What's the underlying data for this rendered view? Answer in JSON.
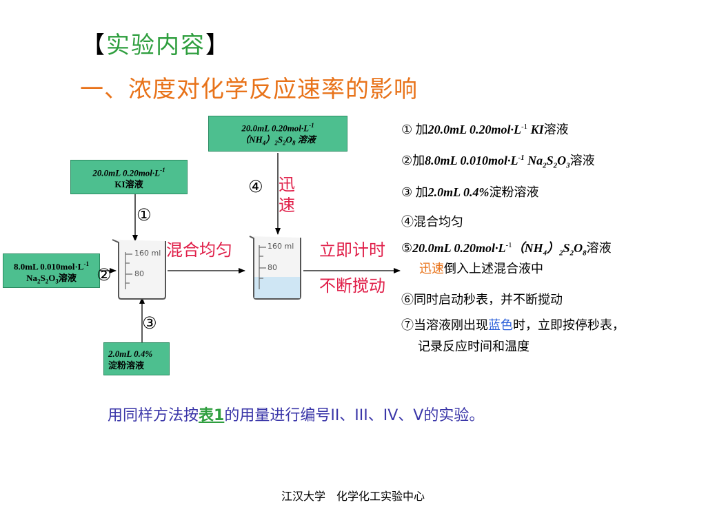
{
  "header": {
    "open": "【",
    "text": "实验内容",
    "close": "】"
  },
  "title": "一、浓度对化学反应速率的影响",
  "boxes": {
    "top": {
      "line1": "20.0mL 0.20mol·L",
      "sup1": "-1",
      "line2_a": "（NH",
      "sub_4": "4",
      "line2_b": "）",
      "sub_2": "2",
      "line2_c": "S",
      "sub_2b": "2",
      "line2_d": "O",
      "sub_8": "8",
      "line2_e": " 溶液"
    },
    "ki": {
      "line1": "20.0mL 0.20mol·L",
      "sup1": "-1",
      "line2": "KI溶液"
    },
    "na": {
      "line1": "8.0mL 0.010mol·L",
      "sup1": "-1",
      "a": "Na",
      "s1": "2",
      "b": "S",
      "s2": "2",
      "c": "O",
      "s3": "3",
      "d": "溶液"
    },
    "starch": {
      "line1": "2.0mL 0.4%",
      "line2": "淀粉溶液"
    }
  },
  "numbers": {
    "n1": "①",
    "n2": "②",
    "n3": "③",
    "n4": "④"
  },
  "labels": {
    "fast1": "迅",
    "fast2": "速",
    "mix": "混合均匀",
    "timer": "立即计时",
    "stir": "不断搅动"
  },
  "beaker": {
    "mark160": "160 ml",
    "mark80": "80"
  },
  "steps": {
    "s1_num": "①",
    "s1_a": " 加",
    "s1_b": "20.0mL 0.20mol·L",
    "s1_sup": "-1",
    "s1_c": "  KI",
    "s1_d": "溶液",
    "s2_num": "②",
    "s2_a": "加",
    "s2_b": "8.0mL 0.010mol·L",
    "s2_sup": "-1",
    "s2_c": " Na",
    "s2_s1": "2",
    "s2_d": "S",
    "s2_s2": "2",
    "s2_e": "O",
    "s2_s3": "3",
    "s2_f": "溶液",
    "s3_num": "③",
    "s3_a": " 加",
    "s3_b": "2.0mL 0.4%",
    "s3_c": "淀粉溶液",
    "s4": "④混合均匀",
    "s5_num": "⑤",
    "s5_b": "20.0mL 0.20mol·L",
    "s5_sup": "-1",
    "s5_c": "（NH",
    "s5_s1": "4",
    "s5_d": "）",
    "s5_s2": "2",
    "s5_e": "S",
    "s5_s3": "2",
    "s5_f": "O",
    "s5_s4": "8",
    "s5_g": "溶液",
    "s5_line2_a": "迅速",
    "s5_line2_b": "倒入上述混合液中",
    "s6": "⑥同时启动秒表，并不断搅动",
    "s7_a": "⑦当溶液刚出现",
    "s7_b": "蓝色",
    "s7_c": "时，立即按停秒表，",
    "s7_line2": "记录反应时间和温度"
  },
  "bottom": {
    "a": "用同样方法按",
    "link": "表1",
    "b": "的用量进行编号II、III、IV、V的实验。"
  },
  "footer": "江汉大学　化学化工实验中心",
  "colors": {
    "green_box": "#4dbf8f",
    "title_orange": "#e8731a",
    "header_green": "#2e9e3e",
    "red": "#e0204a",
    "bottom_blue": "#3a36a8"
  }
}
